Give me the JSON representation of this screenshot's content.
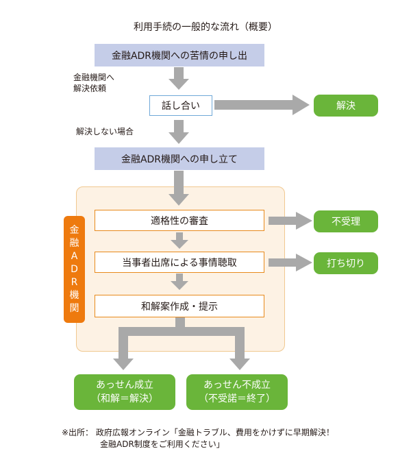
{
  "title": "利用手続の一般的な流れ（概要）",
  "steps": {
    "complaint": "金融ADR機関への苦情の申し出",
    "talk": "話し合い",
    "petition": "金融ADR機関への申し立て",
    "eligibility": "適格性の審査",
    "hearing": "当事者出席による事情聴取",
    "proposal": "和解案作成・提示"
  },
  "notes": {
    "request_line1": "金融機関へ",
    "request_line2": "解決依頼",
    "unresolved": "解決しない場合"
  },
  "outcomes": {
    "resolved": "解決",
    "rejected": "不受理",
    "terminated": "打ち切り",
    "success_line1": "あっせん成立",
    "success_line2": "（和解＝解決）",
    "failure_line1": "あっせん不成立",
    "failure_line2": "（不受諾＝終了）"
  },
  "panel_label": [
    "金",
    "融",
    "A",
    "D",
    "R",
    "機",
    "関"
  ],
  "source": {
    "line1": "※出所： 政府広報オンライン「金融トラブル、費用をかけずに早期解決！",
    "line2": "金融ADR制度をご利用ください」"
  },
  "colors": {
    "step_blue": "#c5cde8",
    "outcome_green": "#6ab53a",
    "panel_orange": "#ee7a0e",
    "panel_bg": "#fdf2e4",
    "arrow_gray": "#a9a9a9"
  }
}
